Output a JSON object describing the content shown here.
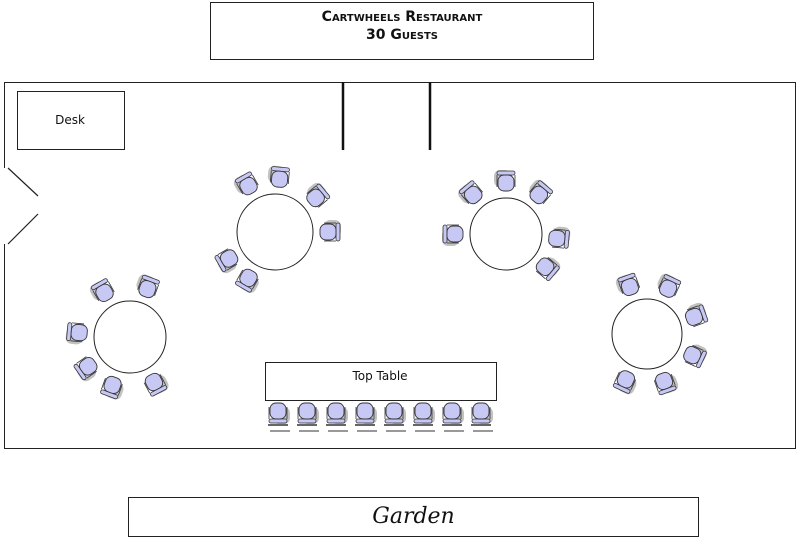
{
  "header": {
    "restaurant_name": "Cartwheels Restaurant",
    "guest_count": "30 Guests"
  },
  "room": {
    "desk_label": "Desk",
    "top_table_label": "Top Table"
  },
  "garden_label": "Garden",
  "colors": {
    "chair_fill": "#c8c8f5",
    "chair_stroke": "#333333",
    "chair_shadow": "#9a9a9a",
    "line": "#222222"
  },
  "round_tables": [
    {
      "name": "table-top-left",
      "chairs": 6
    },
    {
      "name": "table-top-right",
      "chairs": 6
    },
    {
      "name": "table-bottom-left",
      "chairs": 6
    },
    {
      "name": "table-bottom-right",
      "chairs": 6
    }
  ],
  "top_table_chairs": 8
}
